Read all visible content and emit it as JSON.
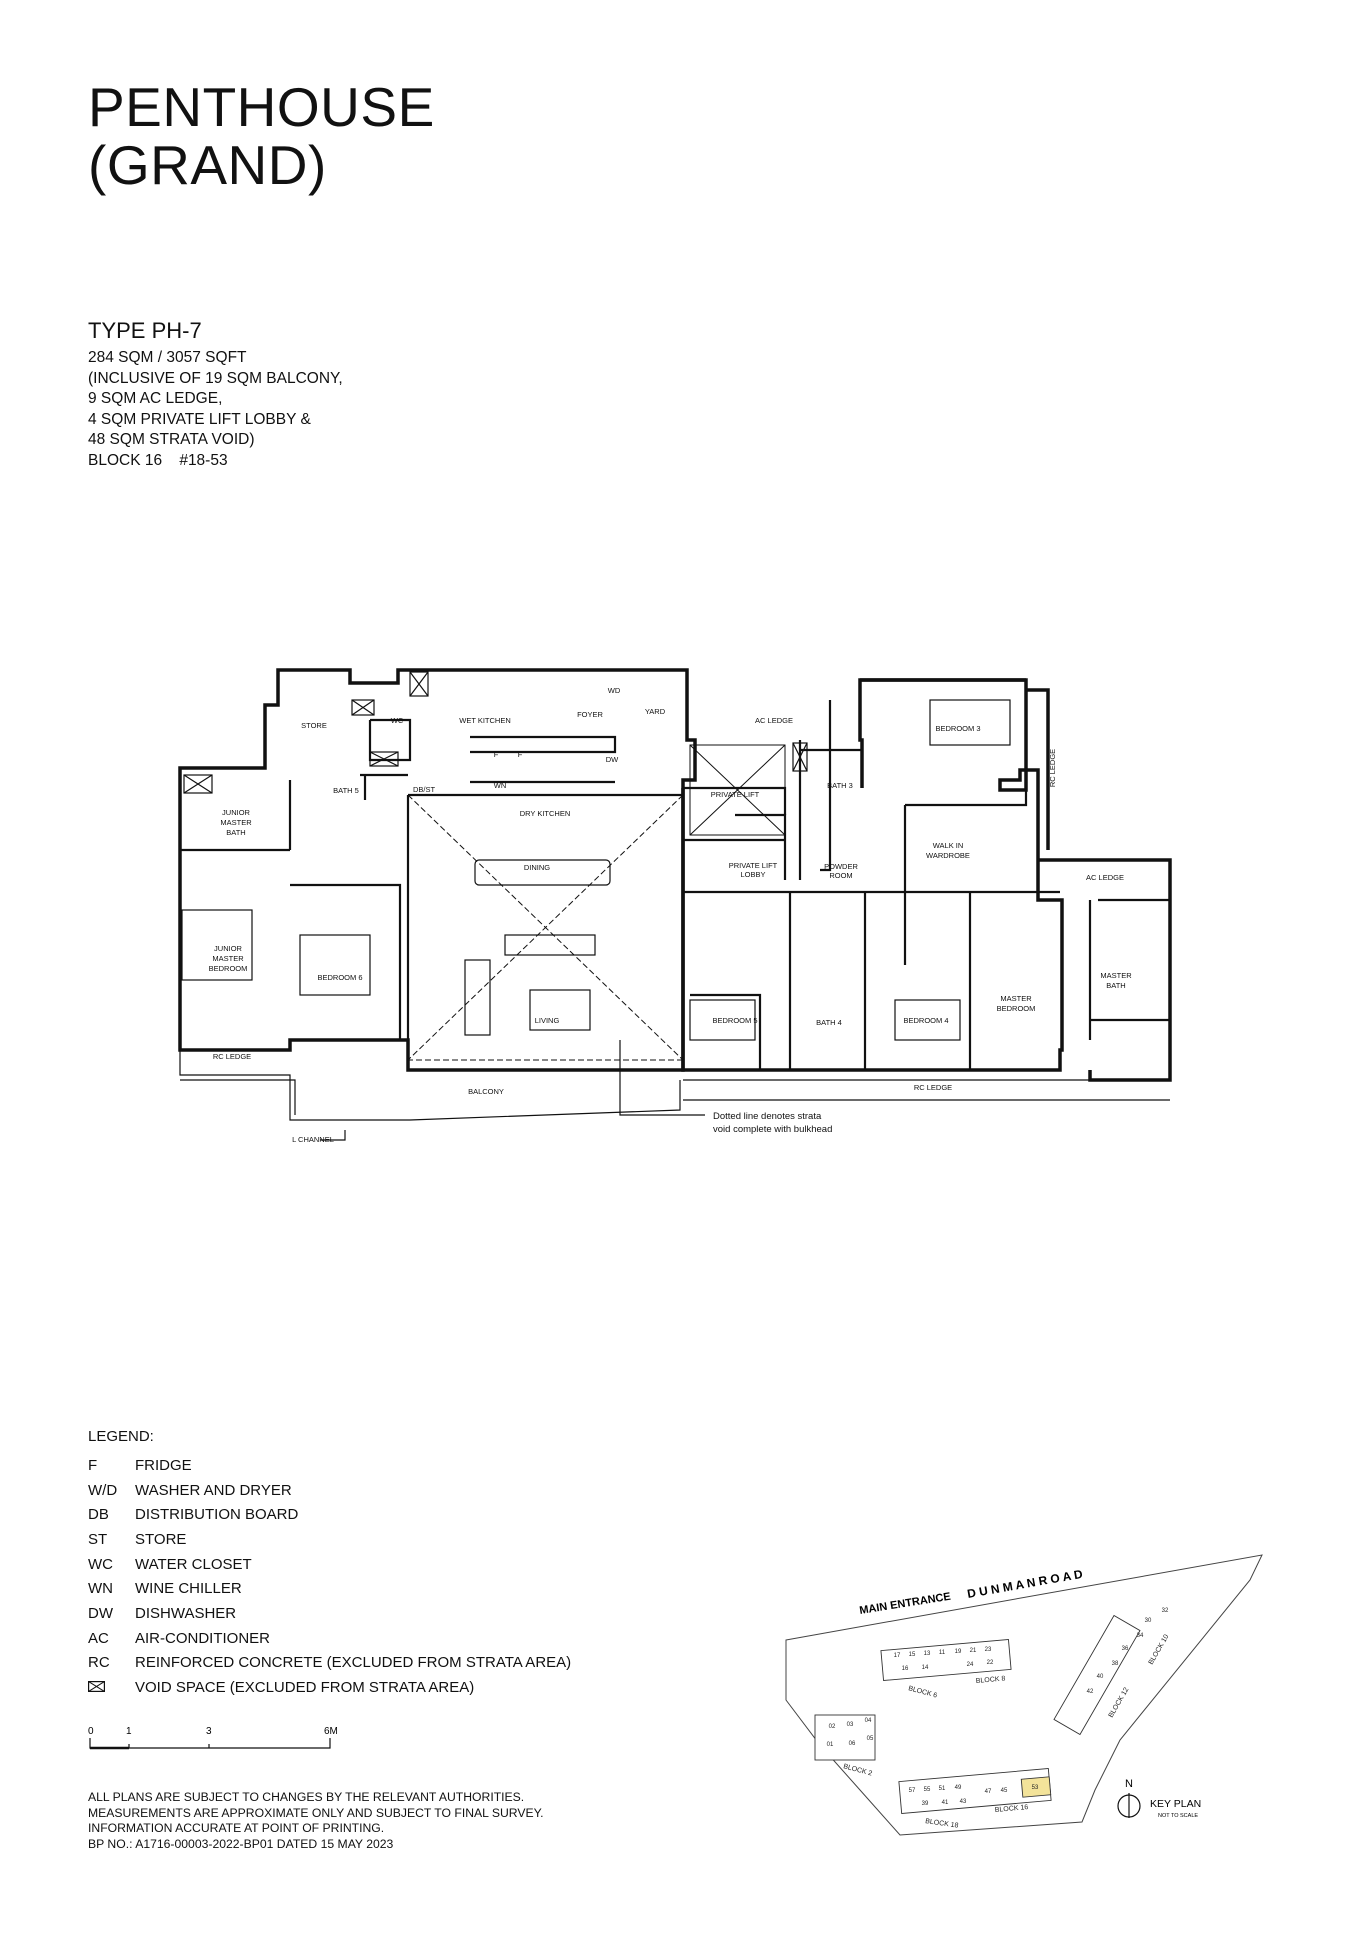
{
  "title": {
    "line1": "PENTHOUSE",
    "line2": "(GRAND)"
  },
  "unit": {
    "type": "TYPE PH-7",
    "lines": [
      "284 SQM / 3057 SQFT",
      "(INCLUSIVE OF 19 SQM BALCONY,",
      "9 SQM AC LEDGE,",
      "4 SQM PRIVATE LIFT LOBBY &",
      "48 SQM STRATA VOID)",
      "BLOCK 16    #18-53"
    ]
  },
  "plan": {
    "rooms": {
      "store": "STORE",
      "wc": "WC",
      "wet_kitchen": "WET KITCHEN",
      "foyer": "FOYER",
      "yard": "YARD",
      "wd": "WD",
      "ac_ledge_top": "AC LEDGE",
      "bedroom3": "BEDROOM 3",
      "rc_ledge_right": "RC LEDGE",
      "fridge_1": "F",
      "fridge_2": "F",
      "dw": "DW",
      "wn": "WN",
      "bath5": "BATH 5",
      "dbst": "DB/ST",
      "dry_kitchen": "DRY KITCHEN",
      "private_lift": "PRIVATE LIFT",
      "bath3": "BATH 3",
      "junior_master_bath": [
        "JUNIOR",
        "MASTER",
        "BATH"
      ],
      "dining": "DINING",
      "private_lift_lobby": [
        "PRIVATE LIFT",
        "LOBBY"
      ],
      "powder_room": [
        "POWDER",
        "ROOM"
      ],
      "walk_in_wardrobe": [
        "WALK IN",
        "WARDROBE"
      ],
      "ac_ledge_right": "AC LEDGE",
      "junior_master_bedroom": [
        "JUNIOR",
        "MASTER",
        "BEDROOM"
      ],
      "bedroom6": "BEDROOM 6",
      "master_bath": [
        "MASTER",
        "BATH"
      ],
      "bath4": "BATH 4",
      "master_bedroom": [
        "MASTER",
        "BEDROOM"
      ],
      "bedroom5": "BEDROOM 5",
      "living": "LIVING",
      "bedroom4": "BEDROOM 4",
      "rc_ledge_left": "RC LEDGE",
      "balcony": "BALCONY",
      "rc_ledge_bottom": "RC LEDGE",
      "l_channel": "L CHANNEL"
    },
    "note": [
      "Dotted line denotes strata",
      "void complete with bulkhead"
    ]
  },
  "legend": {
    "title": "LEGEND:",
    "items": [
      {
        "code": "F",
        "desc": "FRIDGE"
      },
      {
        "code": "W/D",
        "desc": "WASHER AND DRYER"
      },
      {
        "code": "DB",
        "desc": "DISTRIBUTION BOARD"
      },
      {
        "code": "ST",
        "desc": "STORE"
      },
      {
        "code": "WC",
        "desc": "WATER CLOSET"
      },
      {
        "code": "WN",
        "desc": "WINE CHILLER"
      },
      {
        "code": "DW",
        "desc": "DISHWASHER"
      },
      {
        "code": "AC",
        "desc": "AIR-CONDITIONER"
      },
      {
        "code": "RC",
        "desc": "REINFORCED CONCRETE (EXCLUDED FROM STRATA AREA)"
      }
    ],
    "void_desc": "VOID SPACE (EXCLUDED FROM STRATA AREA)"
  },
  "scale": {
    "t0": "0",
    "t1": "1",
    "t3": "3",
    "t6": "6M"
  },
  "notes": [
    "ALL PLANS ARE SUBJECT TO CHANGES BY THE RELEVANT AUTHORITIES.",
    "MEASUREMENTS ARE APPROXIMATE ONLY AND SUBJECT TO FINAL SURVEY.",
    "INFORMATION ACCURATE AT POINT OF PRINTING.",
    "BP NO.: A1716-00003-2022-BP01 DATED 15 MAY 2023"
  ],
  "keyplan": {
    "main_entrance": "MAIN ENTRANCE",
    "road": "D U N M A N   R O A D",
    "block6": "BLOCK 6",
    "block8": "BLOCK 8",
    "block10": "BLOCK 10",
    "block12": "BLOCK 12",
    "block2": "BLOCK 2",
    "block18": "BLOCK 18",
    "block16": "BLOCK 16",
    "unit_numbers": [
      "17",
      "15",
      "13",
      "11",
      "19",
      "21",
      "23",
      "16",
      "14",
      "24",
      "22",
      "02",
      "03",
      "04",
      "01",
      "06",
      "05",
      "57",
      "55",
      "51",
      "49",
      "47",
      "45",
      "53",
      "43",
      "41",
      "39",
      "32",
      "30",
      "34",
      "36",
      "38",
      "40",
      "42"
    ],
    "highlight_color": "#f3e39a",
    "north": "N",
    "label": "KEY PLAN",
    "sublabel": "NOT TO SCALE"
  }
}
